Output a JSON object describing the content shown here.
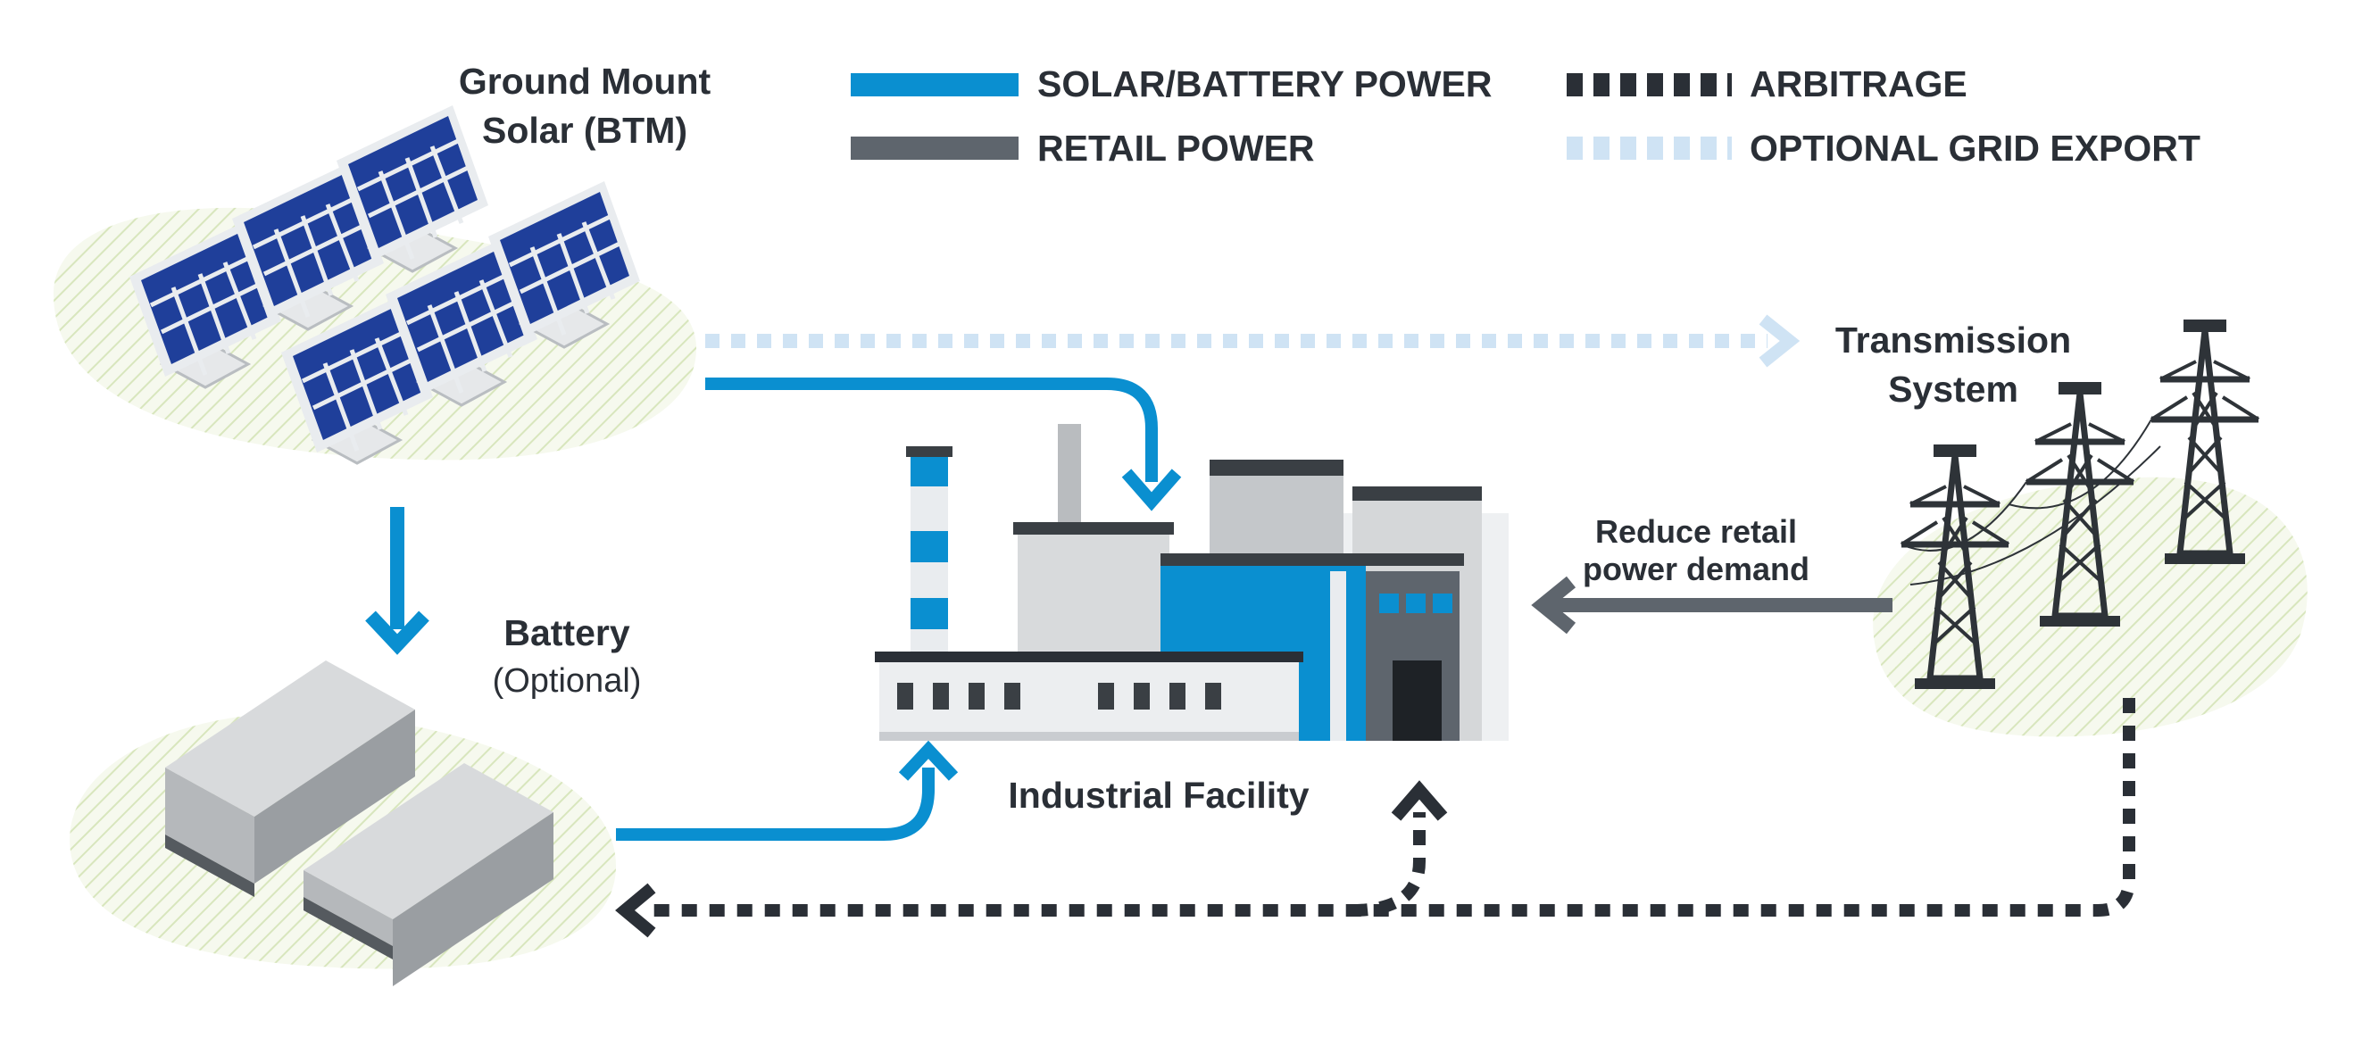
{
  "colors": {
    "solar_battery": "#0a8fd0",
    "retail": "#5e656d",
    "arbitrage": "#2a2f36",
    "grid_export": "#cfe3f4",
    "ground": "#eef4df",
    "panel": "#1f3f9a",
    "steel": "#2e3338"
  },
  "legend": {
    "solar_battery": "SOLAR/BATTERY POWER",
    "retail": "RETAIL POWER",
    "arbitrage": "ARBITRAGE",
    "grid_export": "OPTIONAL GRID EXPORT"
  },
  "labels": {
    "solar_line1": "Ground Mount",
    "solar_line2": "Solar (BTM)",
    "battery_title": "Battery",
    "battery_sub": "(Optional)",
    "facility": "Industrial Facility",
    "transmission_line1": "Transmission",
    "transmission_line2": "System",
    "reduce_line1": "Reduce retail",
    "reduce_line2": "power demand"
  }
}
